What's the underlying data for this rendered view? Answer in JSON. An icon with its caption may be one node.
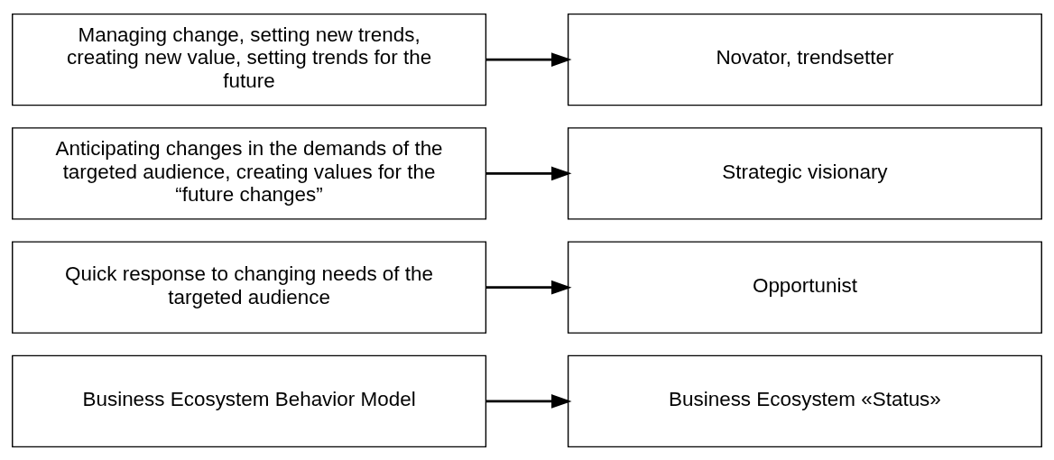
{
  "diagram": {
    "nodes": [
      {
        "text": [
          "Business Ecosystem Behavior Model"
        ]
      },
      {
        "text": [
          "Business Ecosystem «Status»"
        ]
      },
      {
        "text": [
          "Quick response to changing needs of the targeted audience"
        ]
      },
      {
        "text": [
          "Opportunist"
        ]
      },
      {
        "text": [
          "Anticipating changes in the demands of the targeted audience, creating values for the “future changes”"
        ]
      },
      {
        "text": [
          "Strategic visionary"
        ]
      },
      {
        "text": [
          "Managing change, setting new trends, creating new value, setting trends for the future"
        ]
      },
      {
        "text": [
          "Novator, trendsetter"
        ]
      }
    ],
    "edges": [
      {
        "from": 0,
        "to": 1,
        "arrow": "to"
      },
      {
        "from": 2,
        "to": 3,
        "arrow": "to"
      },
      {
        "from": 4,
        "to": 5,
        "arrow": "to"
      },
      {
        "from": 6,
        "to": 7,
        "arrow": "to"
      }
    ]
  }
}
